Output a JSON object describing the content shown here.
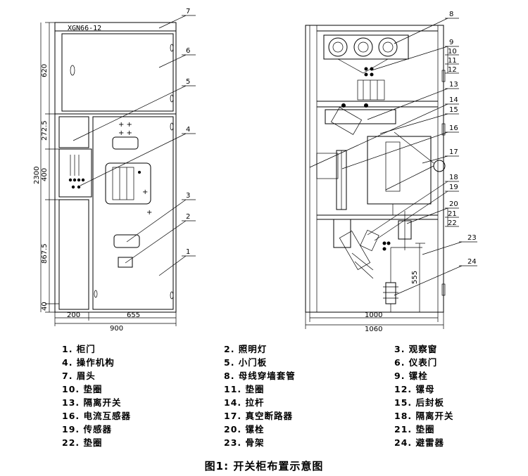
{
  "figure": {
    "caption": "图1: 开关柜布置示意图",
    "model_label": "XGN66-12",
    "front_view": {
      "dimensions": {
        "top_door": "620",
        "small_door": "272.5",
        "instrument": "400",
        "bottom": "867.5",
        "base": "40",
        "total_height": "2300",
        "left_width": "200",
        "right_width": "655",
        "total_width": "900"
      },
      "callouts": [
        "1",
        "2",
        "3",
        "4",
        "5",
        "6",
        "7"
      ]
    },
    "side_view": {
      "dimensions": {
        "inner_width": "1000",
        "outer_width": "1060",
        "arrester_height": "555"
      },
      "callouts": [
        "8",
        "9",
        "10",
        "11",
        "12",
        "13",
        "14",
        "15",
        "16",
        "17",
        "18",
        "19",
        "20",
        "21",
        "22",
        "23",
        "24"
      ]
    }
  },
  "legend": [
    "1. 柜门",
    "2. 照明灯",
    "3. 观察窗",
    "4. 操作机构",
    "5. 小门板",
    "6. 仪表门",
    "7. 眉头",
    "8. 母线穿墙套管",
    "9. 镙栓",
    "10. 垫圈",
    "11. 垫圈",
    "12. 镙母",
    "13. 隔离开关",
    "14. 拉杆",
    "15. 后封板",
    "16. 电流互感器",
    "17. 真空断路器",
    "18. 隔离开关",
    "19. 传感器",
    "20. 镙栓",
    "21. 垫圈",
    "22. 垫圈",
    "23. 骨架",
    "24. 避雷器"
  ]
}
